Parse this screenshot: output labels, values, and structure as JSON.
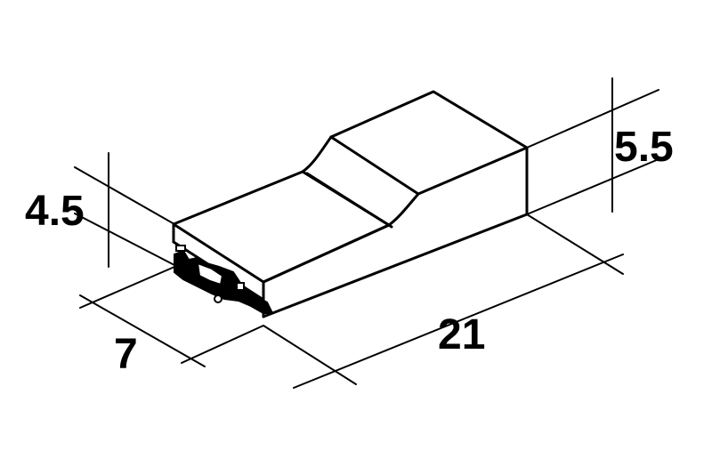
{
  "dimensions": {
    "body_height": "4.5",
    "width": "7",
    "length": "21",
    "end_height": "5.5"
  }
}
